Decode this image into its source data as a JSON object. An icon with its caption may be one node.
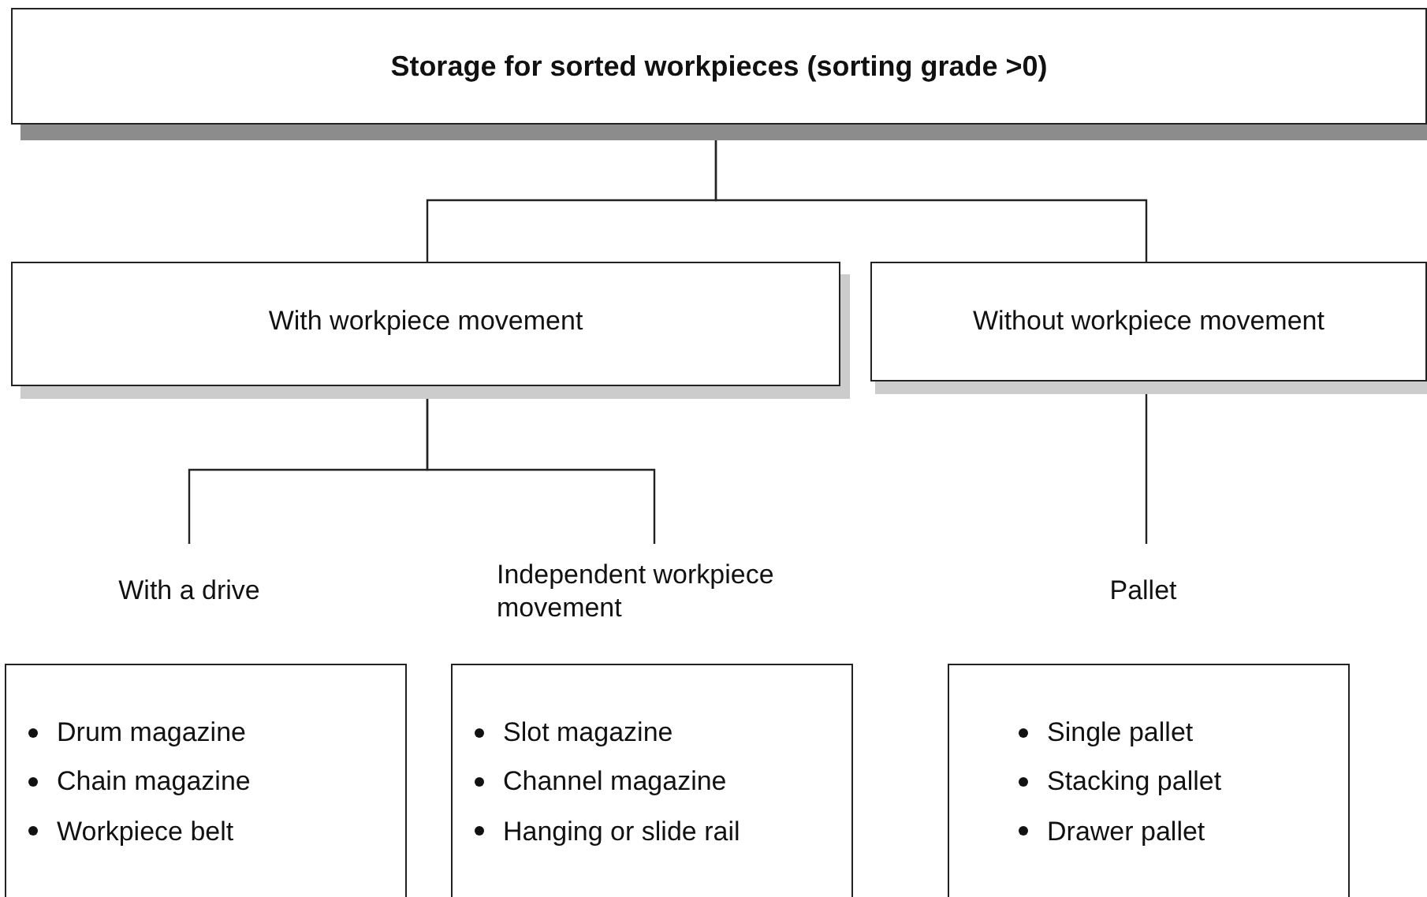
{
  "diagram": {
    "nodes": [
      {
        "text": [
          "Storage for sorted workpieces (sorting grade >0)"
        ]
      },
      {
        "text": [
          "With workpiece movement"
        ]
      },
      {
        "text": [
          "Without workpiece movement"
        ]
      },
      {
        "text": [
          "With a drive"
        ]
      },
      {
        "text": [
          "Independent workpiece movement"
        ]
      },
      {
        "text": [
          "Pallet"
        ]
      },
      {
        "text": [
          "Drum magazine",
          "Chain magazine",
          "Workpiece belt"
        ]
      },
      {
        "text": [
          "Slot magazine",
          "Channel magazine",
          "Hanging or slide rail"
        ]
      },
      {
        "text": [
          "Single pallet",
          "Stacking pallet",
          "Drawer pallet"
        ]
      }
    ],
    "edges": [
      {
        "from": 0,
        "to": 1,
        "arrow": "none"
      },
      {
        "from": 0,
        "to": 2,
        "arrow": "none"
      },
      {
        "from": 1,
        "to": 3,
        "arrow": "none"
      },
      {
        "from": 1,
        "to": 4,
        "arrow": "none"
      },
      {
        "from": 2,
        "to": 5,
        "arrow": "none"
      }
    ]
  }
}
